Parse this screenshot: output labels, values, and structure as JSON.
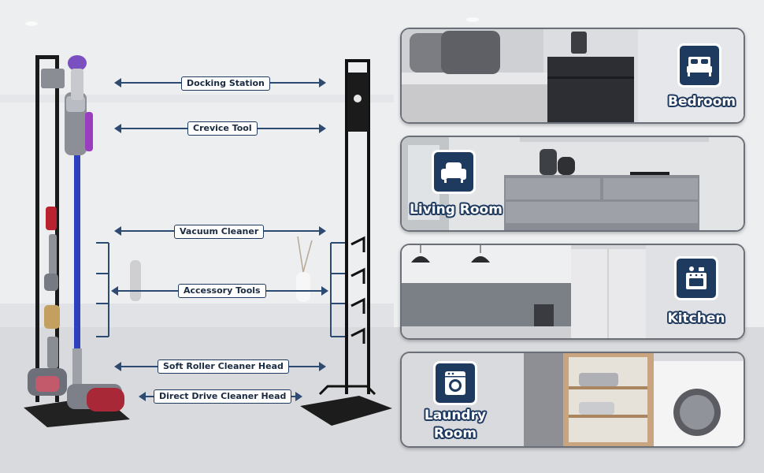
{
  "labels": {
    "docking_station": "Docking Station",
    "crevice_tool": "Crevice Tool",
    "vacuum_cleaner": "Vacuum Cleaner",
    "accessory_tools": "Accessory Tools",
    "soft_roller": "Soft Roller Cleaner Head",
    "direct_drive": "Direct Drive Cleaner Head"
  },
  "rooms": [
    {
      "name": "Bedroom",
      "icon": "bed-icon"
    },
    {
      "name": "Living Room",
      "icon": "armchair-icon"
    },
    {
      "name": "Kitchen",
      "icon": "stove-icon"
    },
    {
      "name": "Laundry Room",
      "line1": "Laundry",
      "line2": "Room",
      "icon": "washing-machine-icon"
    }
  ],
  "colors": {
    "accent": "#1f3a5f",
    "arrow": "#2c4a72",
    "vacuum_blue": "#2b3fbf",
    "vacuum_purple": "#7a4fbf"
  }
}
